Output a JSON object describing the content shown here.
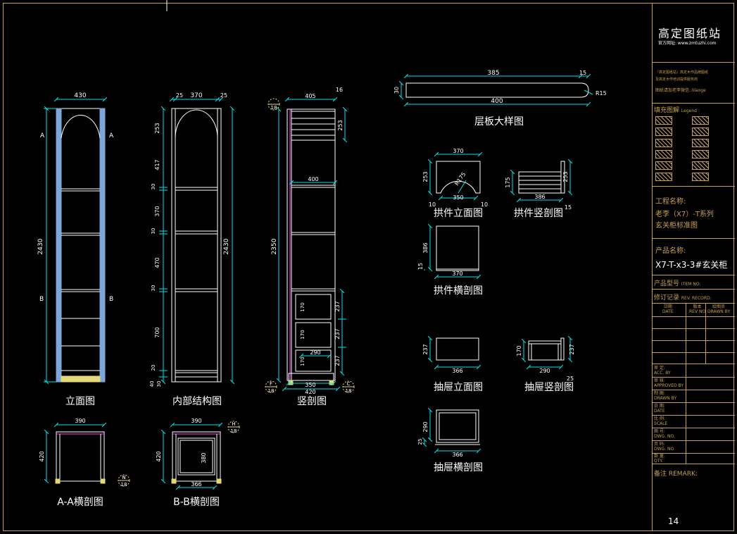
{
  "views": {
    "front_elevation": "立面图",
    "internal_structure": "内部结构图",
    "vertical_section": "竖剖图",
    "section_aa": "A-A横剖图",
    "section_bb": "B-B横剖图",
    "shelf_detail": "层板大样图",
    "arch_elevation": "拱件立面图",
    "arch_vertical": "拱件竖剖图",
    "arch_horizontal": "拱件横剖图",
    "drawer_elevation": "抽屉立面图",
    "drawer_vertical": "抽屉竖剖图",
    "drawer_horizontal": "抽屉横剖图"
  },
  "dims": {
    "front_width": "430",
    "front_height": "2430",
    "int_side_left": "25",
    "int_width": "370",
    "int_side_right": "25",
    "int_height": "2430",
    "int_h1": "253",
    "int_h2": "417",
    "int_h3": "30",
    "int_h4": "370",
    "int_h5": "30",
    "int_h6": "470",
    "int_h7": "30",
    "int_h8": "700",
    "int_h9": "20",
    "int_h10": "40",
    "int_h11": "30",
    "vs_depth": "405",
    "vs_back": "16",
    "vs_top": "253",
    "vs_shelf": "400",
    "vs_height": "2350",
    "vs_d1": "237",
    "vs_d2": "237",
    "vs_d3": "237",
    "vs_drawer1": "170",
    "vs_drawer2": "170",
    "vs_drawer3": "170",
    "vs_drawer_depth": "290",
    "vs_bottom_a": "350",
    "vs_bottom_b": "420",
    "aa_width": "390",
    "aa_depth": "420",
    "bb_width": "390",
    "bb_depth": "420",
    "bb_inner_w": "366",
    "bb_inner_d": "380",
    "shelf_len": "385",
    "shelf_end": "15",
    "shelf_thk": "30",
    "shelf_total": "400",
    "shelf_radius": "R15",
    "arch_w": "370",
    "arch_h": "253",
    "arch_inner": "350",
    "arch_radius": "R175",
    "arch_side_l": "10",
    "arch_side_r": "10",
    "archv_h": "175",
    "archv_total": "253",
    "archv_len": "386",
    "archv_end": "15",
    "archh_h": "386",
    "archh_w": "370",
    "archh_side": "15",
    "dr_elev_w": "366",
    "dr_elev_h": "237",
    "dr_v_len": "290",
    "dr_v_h": "170",
    "dr_v_total": "237",
    "dr_v_end": "25",
    "dr_h_w": "366",
    "dr_h_d": "290",
    "dr_h_front": "25"
  },
  "markers": {
    "a": "A",
    "b": "B",
    "n": "N",
    "h": "H",
    "f": "F",
    "c": "C",
    "sheet_ref": "18"
  },
  "title_block": {
    "company": "高定图纸站",
    "website": "官方网址: www.zmtuzhi.com",
    "notice1": "『高定图纸站』高定木作品牌图纸",
    "notice2": "及高定木作培训提供服务商",
    "notice3": "图纸请加老李微信: lilaoge",
    "legend_title": "填充图解",
    "legend_sub": "Legend :",
    "project_label": "工程名称:",
    "project_line1": "老李（X7）-T系列",
    "project_line2": "玄关柜标准图",
    "product_label": "产品名称:",
    "product_name": "X7-T-x3-3#玄关柜",
    "item_label": "产品型号",
    "item_en": "ITEM NO:",
    "rev_label": "修订记录",
    "rev_en": "REV. RECORD:",
    "rev_col1_cn": "日期",
    "rev_col1_en": "DATE",
    "rev_col2_cn": "版本",
    "rev_col2_en": "REV NO",
    "rev_col3_cn": "绘图员",
    "rev_col3_en": "DRAWN BY",
    "acc_cn": "审 定:",
    "acc_en": "ACC. BY",
    "appr_cn": "审 核:",
    "appr_en": "APPROVED BY",
    "drawn_cn": "制 图:",
    "drawn_en": "DRAWN BY",
    "date_cn": "日 期:",
    "date_en": "DATE",
    "scale_cn": "比 例:",
    "scale_en": "SCALE",
    "dwgno_cn": "图 号:",
    "dwgno_en": "DWG. NO.",
    "page_cn": "页 码:",
    "page_en": "DWG. NO.",
    "qty_cn": "数 量:",
    "qty_en": "QTY.",
    "remark": "备注 REMARK:",
    "page_number": "14"
  },
  "colors": {
    "dim": "#00e5ee",
    "outline": "#ffffff",
    "panel_fill": "#7ea6d8",
    "magenta": "#ff40ff",
    "yellow": "#e6d87a",
    "gold": "#c8a050"
  }
}
